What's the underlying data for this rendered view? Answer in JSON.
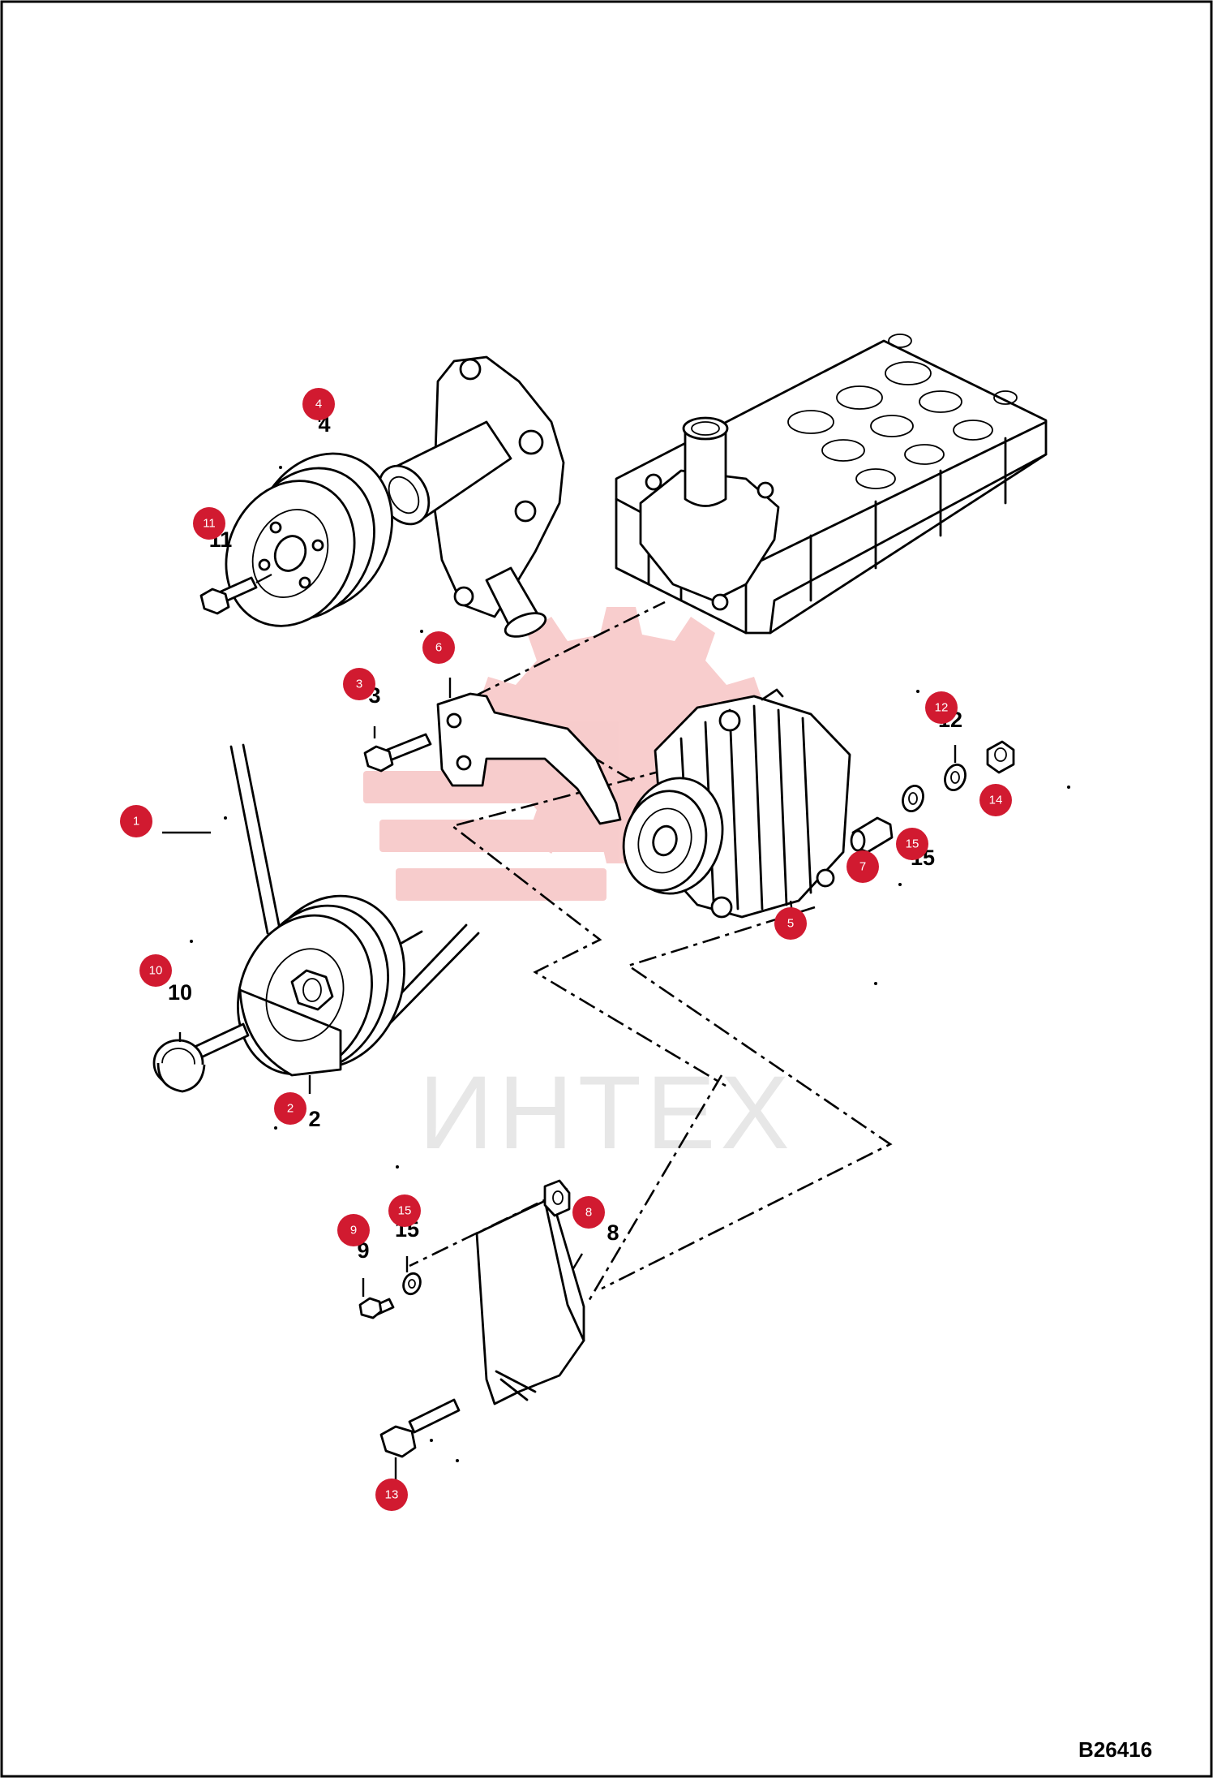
{
  "drawing_code": "B26416",
  "watermark_text": "ИНТЕХ",
  "colors": {
    "callout": "#d11a30",
    "watermark": "#f5c6c6",
    "line": "#000000"
  },
  "callouts": [
    {
      "id": "c1",
      "badge": "1",
      "label": ""
    },
    {
      "id": "c2",
      "badge": "2",
      "label": "2"
    },
    {
      "id": "c3",
      "badge": "3",
      "label": "3"
    },
    {
      "id": "c4",
      "badge": "4",
      "label": "4"
    },
    {
      "id": "c5",
      "badge": "5",
      "label": ""
    },
    {
      "id": "c6",
      "badge": "6",
      "label": ""
    },
    {
      "id": "c7",
      "badge": "7",
      "label": ""
    },
    {
      "id": "c8",
      "badge": "8",
      "label": "8"
    },
    {
      "id": "c9",
      "badge": "9",
      "label": "9"
    },
    {
      "id": "c10",
      "badge": "10",
      "label": "10"
    },
    {
      "id": "c11",
      "badge": "11",
      "label": "11"
    },
    {
      "id": "c12",
      "badge": "12",
      "label": "12"
    },
    {
      "id": "c13",
      "badge": "13",
      "label": ""
    },
    {
      "id": "c14",
      "badge": "14",
      "label": ""
    },
    {
      "id": "c15a",
      "badge": "15",
      "label": "15"
    },
    {
      "id": "c15b",
      "badge": "15",
      "label": "15"
    }
  ]
}
